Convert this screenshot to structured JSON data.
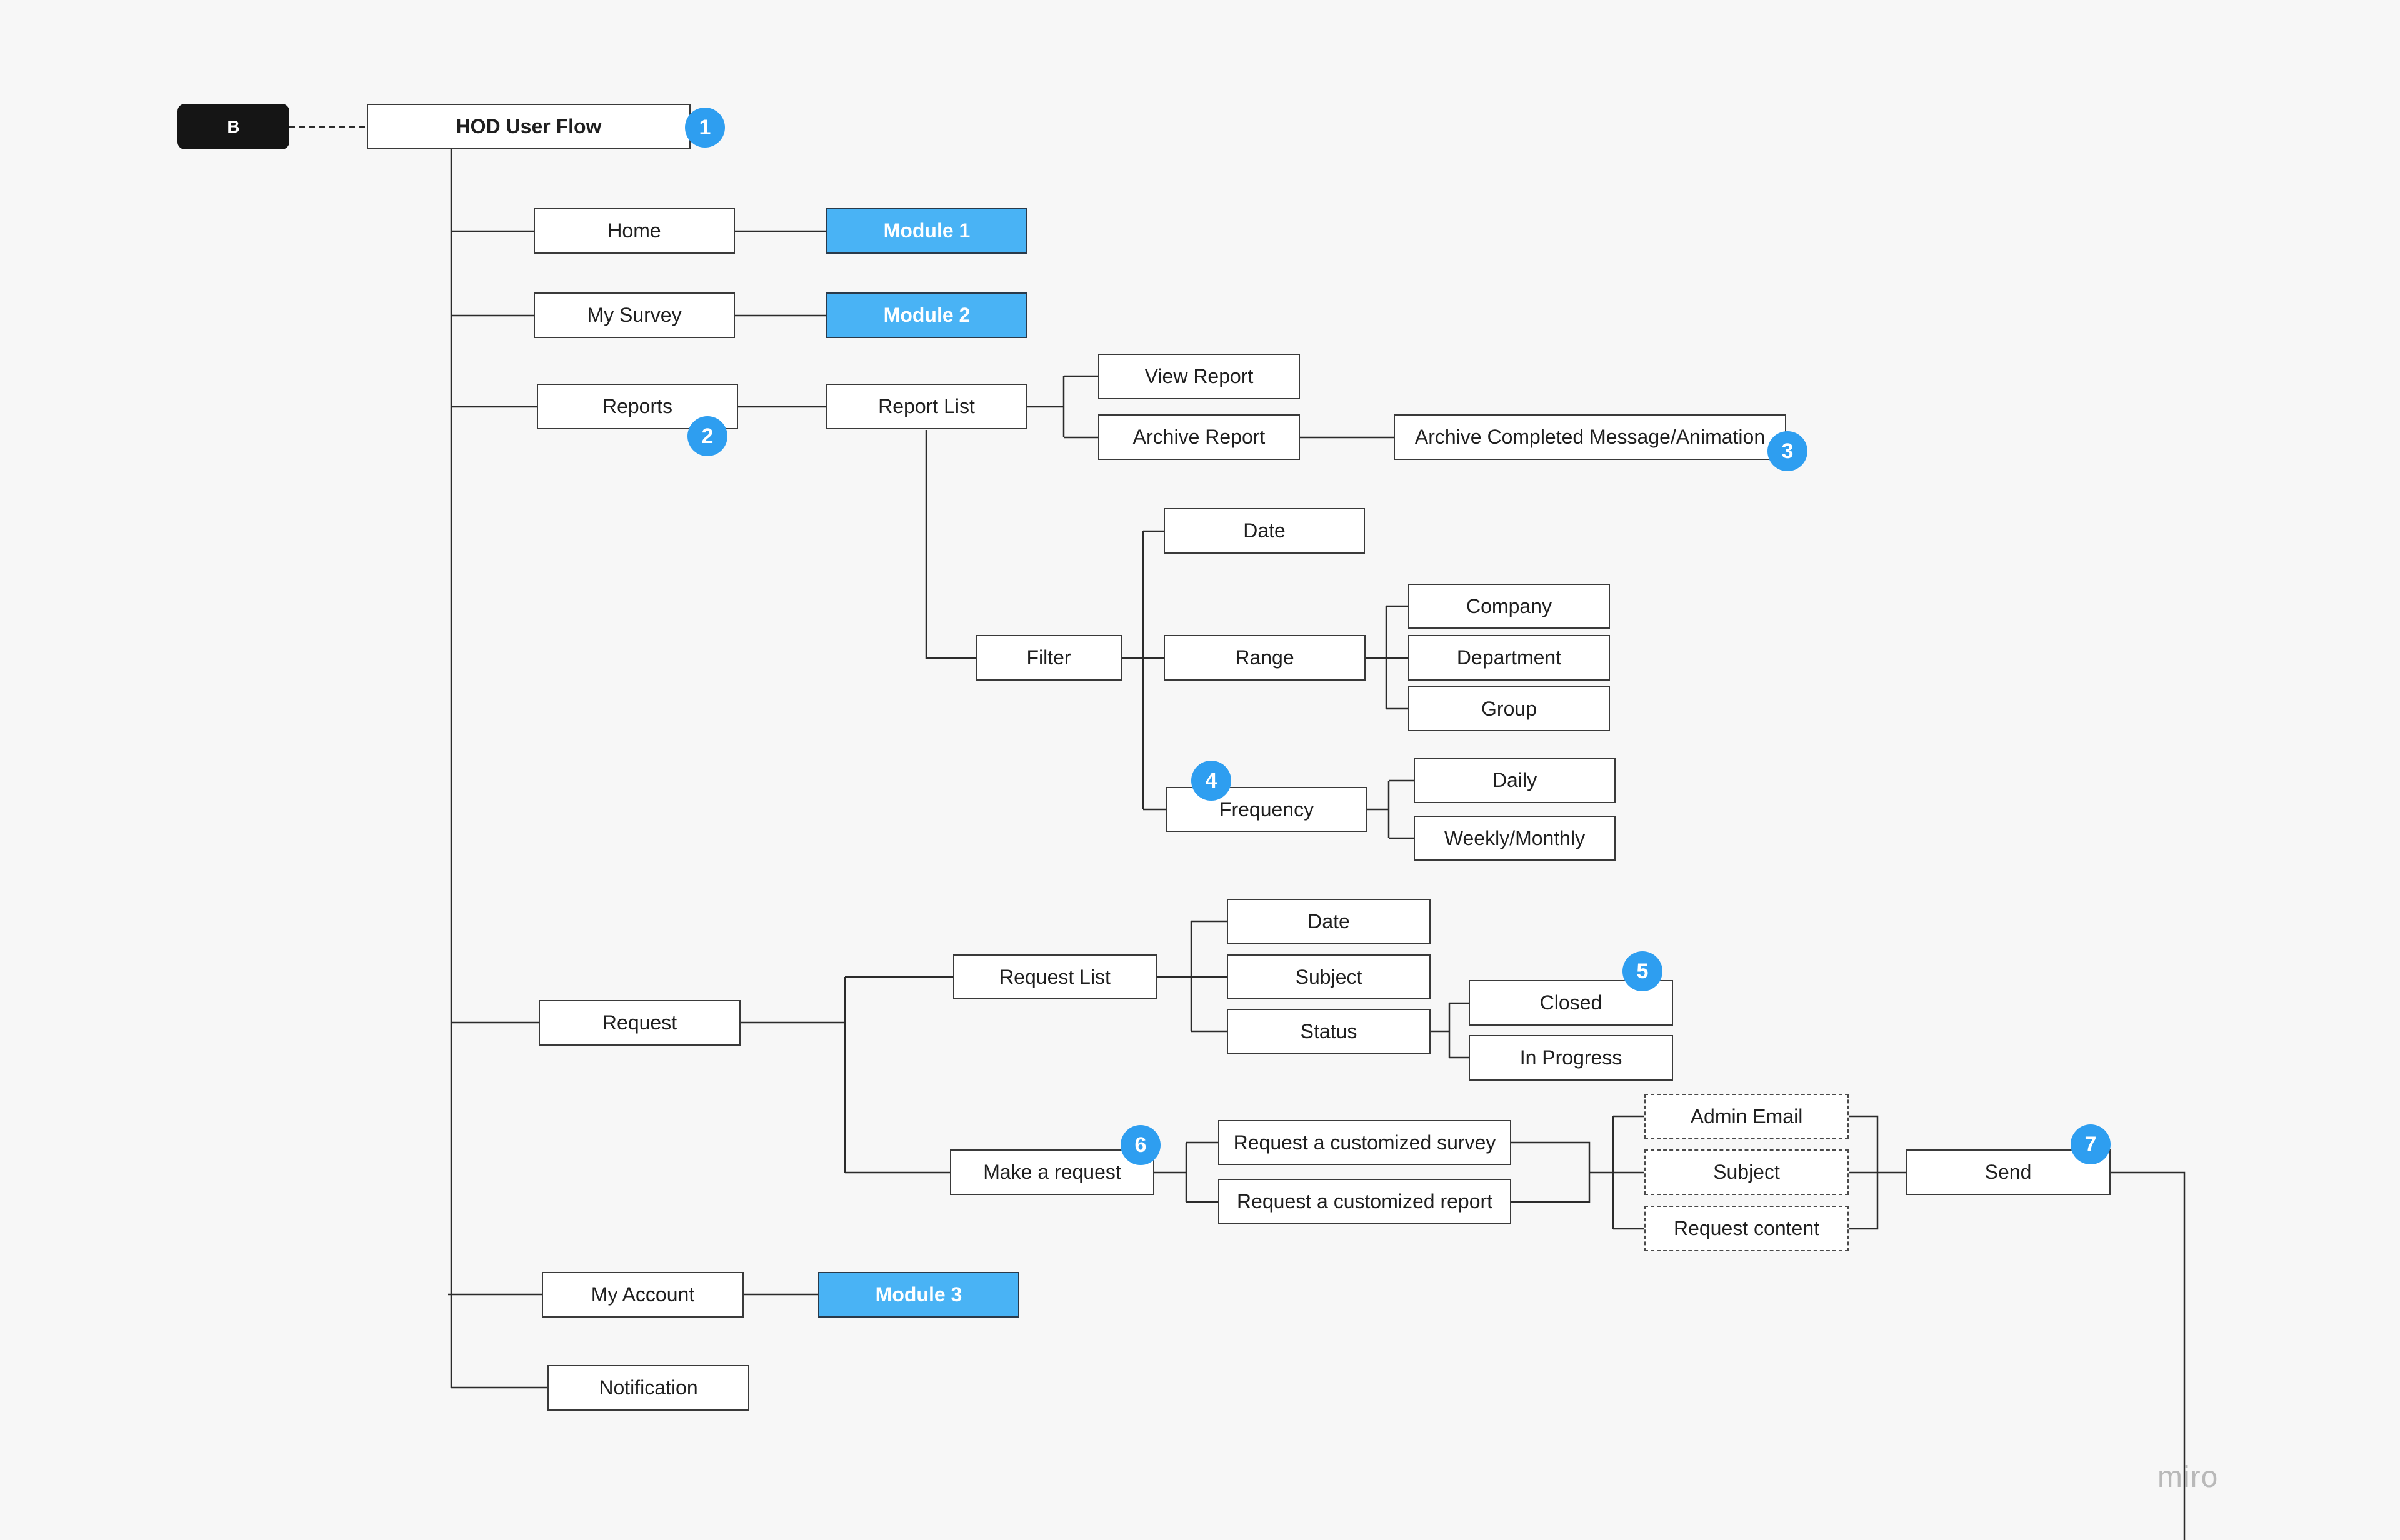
{
  "start_label": "B",
  "root_title": "HOD User Flow",
  "nodes": {
    "home": "Home",
    "my_survey": "My Survey",
    "reports": "Reports",
    "request": "Request",
    "my_account": "My Account",
    "notification": "Notification",
    "module1": "Module 1",
    "module2": "Module 2",
    "module3": "Module 3",
    "report_list": "Report List",
    "view_report": "View Report",
    "archive_report": "Archive Report",
    "archive_completed": "Archive Completed Message/Animation",
    "filter": "Filter",
    "date": "Date",
    "range": "Range",
    "company": "Company",
    "department": "Department",
    "group": "Group",
    "frequency": "Frequency",
    "daily": "Daily",
    "weekly_monthly": "Weekly/Monthly",
    "request_list": "Request List",
    "rl_date": "Date",
    "rl_subject": "Subject",
    "rl_status": "Status",
    "closed": "Closed",
    "in_progress": "In Progress",
    "make_request": "Make a request",
    "customized_survey": "Request a customized survey",
    "customized_report": "Request a customized report",
    "admin_email": "Admin Email",
    "mr_subject": "Subject",
    "request_content": "Request content",
    "send": "Send"
  },
  "badges": [
    "1",
    "2",
    "3",
    "4",
    "5",
    "6",
    "7"
  ],
  "watermark": "miro",
  "colors": {
    "module_fill": "#49b3f5",
    "badge_fill": "#2e9ef0",
    "start_fill": "#151515",
    "background": "#f7f7f7"
  }
}
